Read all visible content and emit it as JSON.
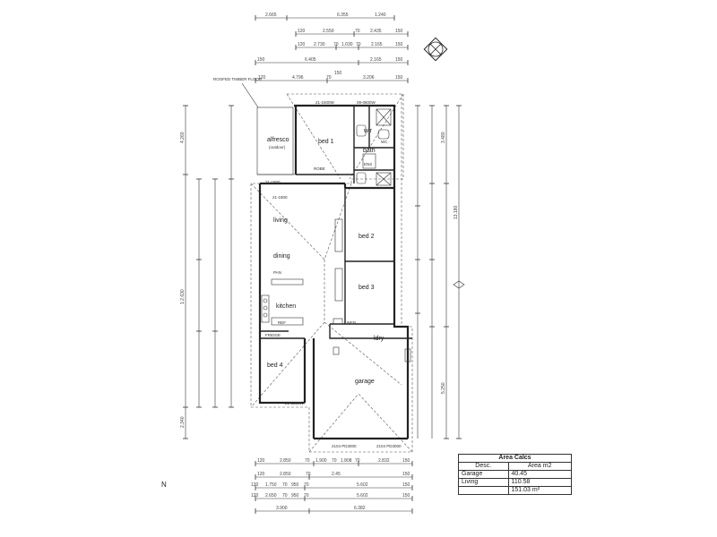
{
  "top_dimensions": {
    "row1": [
      "2.665",
      "6.355",
      "1.240"
    ],
    "row2": [
      "120",
      "2.550",
      "70",
      "2.435",
      "150"
    ],
    "row3": [
      "120",
      "2.730",
      "70",
      "1.030",
      "70",
      "2.165",
      "150"
    ],
    "row4": [
      "150",
      "6.405",
      "2.165",
      "150"
    ],
    "row5": [
      "120",
      "4.796",
      "150",
      "70",
      "3.206",
      "150"
    ]
  },
  "bottom_dimensions": {
    "row1": [
      "120",
      "2.850",
      "70",
      "1.900",
      "70",
      "1.808",
      "70",
      "2.832",
      "150"
    ],
    "row2": [
      "120",
      "2.850",
      "70",
      "2.45",
      "150"
    ],
    "row3": [
      "120",
      "1.750",
      "70",
      "950",
      "70",
      "5.602",
      "150"
    ],
    "row4": [
      "120",
      "2.650",
      "70",
      "950",
      "70",
      "5.602",
      "150"
    ],
    "row5": [
      "3.900",
      "6.382"
    ]
  },
  "left_dimensions": [
    "4.260",
    "1.2.630",
    "2.340"
  ],
  "right_dimensions": [
    "3.480",
    "13.180",
    "5.250"
  ],
  "rooms": {
    "alfresco": "alfresco",
    "alfresco_note": "(outdoor)",
    "bed1": "bed 1",
    "wir": "wir",
    "bath": "bath",
    "living": "living",
    "dining": "dining",
    "kitchen": "kitchen",
    "bed2": "bed 2",
    "bed3": "bed 3",
    "bed4": "bed 4",
    "ldry": "ldry",
    "garage": "garage"
  },
  "labels": {
    "roofed_timber_floor": "ROOFED TIMBER FLOOR",
    "window_1": "21-1500W",
    "window_2": "09-0600W",
    "window_3": "21-1800",
    "window_4": "21-1800",
    "window_5": "21-1500W",
    "garage_door_1": "2104 PD3000",
    "garage_door_2": "2104 PD3000",
    "robe": "ROBE",
    "wc": "WC",
    "ref": "REF",
    "pantry": "PAN",
    "linen": "LINEN",
    "fridge": "FRIDGE",
    "ensuite": "ENS"
  },
  "area_table": {
    "title": "Area Calcs",
    "col_desc": "Desc.",
    "col_area": "Area m2",
    "rows": [
      {
        "desc": "Garage",
        "area": "40.45"
      },
      {
        "desc": "Living",
        "area": "110.58"
      },
      {
        "desc": "",
        "area": "151.03 m²"
      }
    ]
  },
  "north_label": "N",
  "colors": {
    "line": "#222222",
    "background": "#ffffff"
  }
}
